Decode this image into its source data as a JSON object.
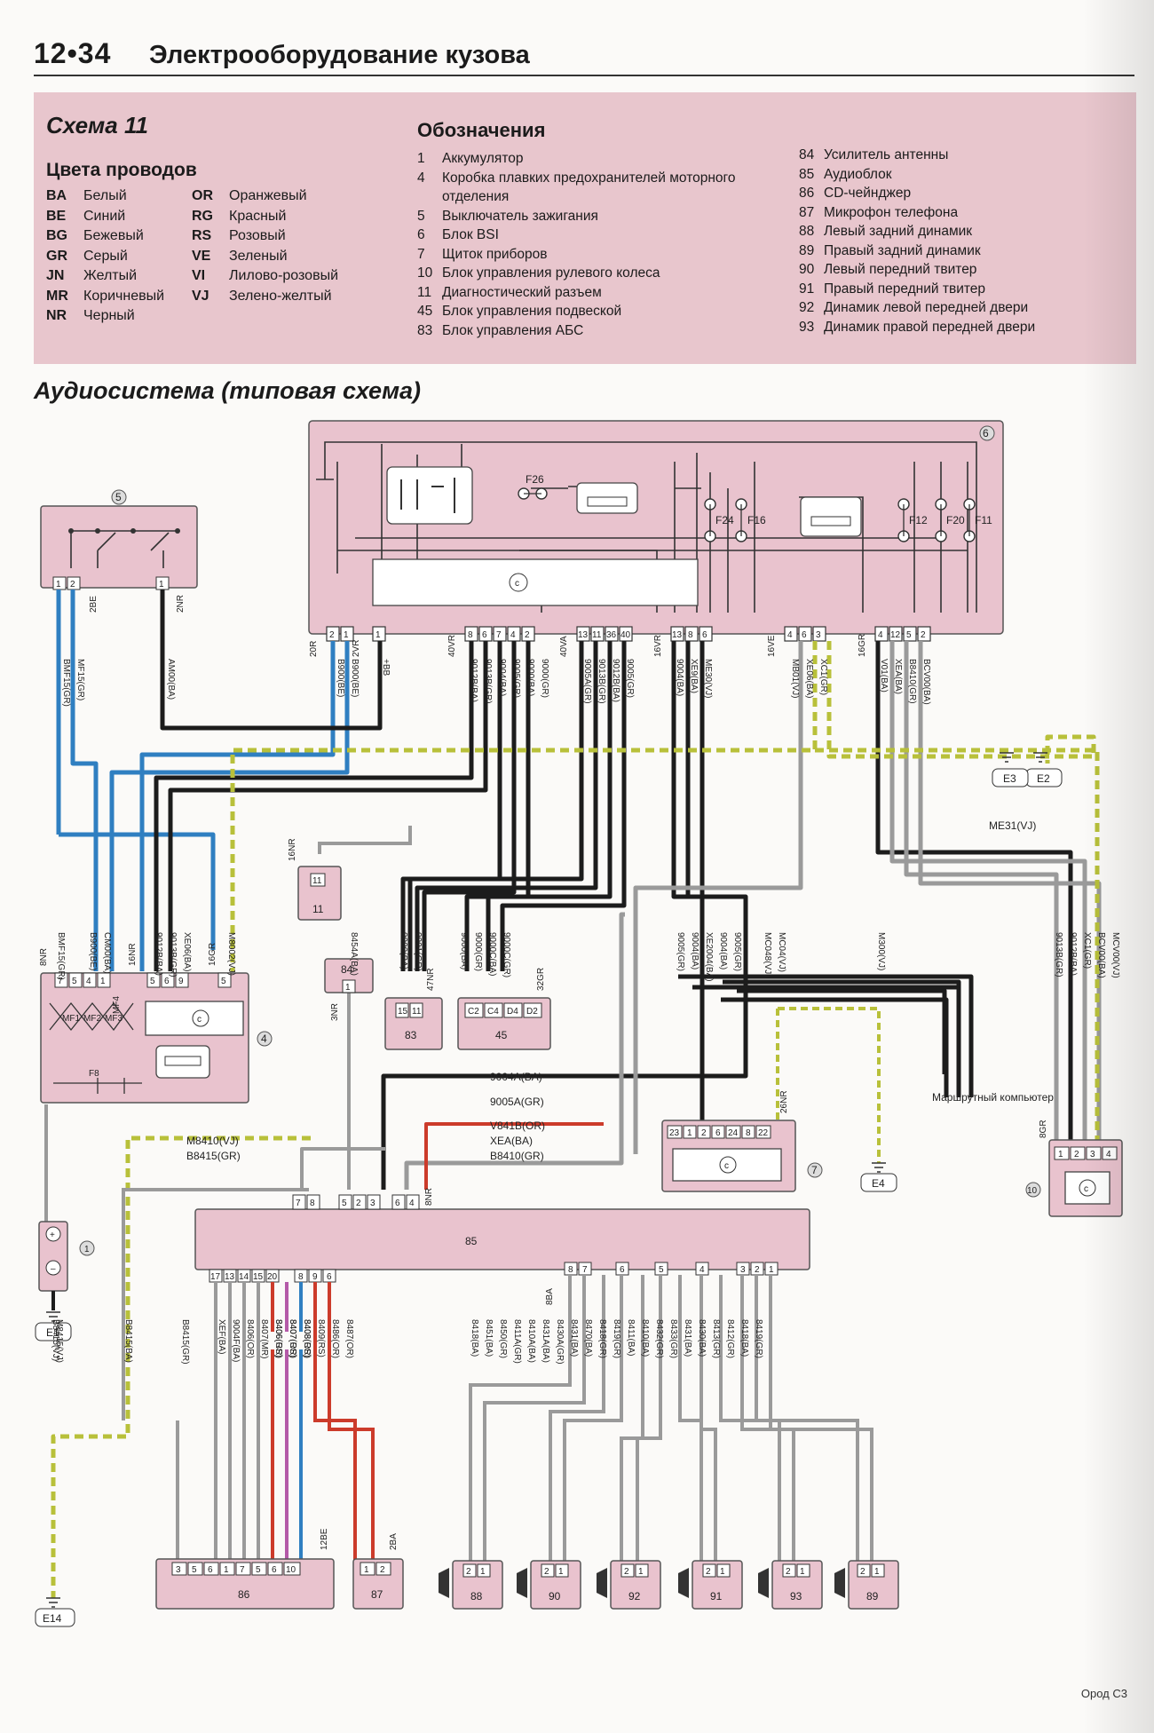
{
  "header": {
    "page_number": "12•34",
    "section_title": "Электрооборудование кузова"
  },
  "legend": {
    "scheme_title": "Схема 11",
    "wire_colors_title": "Цвета проводов",
    "wire_colors_left": [
      {
        "code": "BA",
        "name": "Белый"
      },
      {
        "code": "BE",
        "name": "Синий"
      },
      {
        "code": "BG",
        "name": "Бежевый"
      },
      {
        "code": "GR",
        "name": "Серый"
      },
      {
        "code": "JN",
        "name": "Желтый"
      },
      {
        "code": "MR",
        "name": "Коричневый"
      },
      {
        "code": "NR",
        "name": "Черный"
      }
    ],
    "wire_colors_right": [
      {
        "code": "OR",
        "name": "Оранжевый"
      },
      {
        "code": "RG",
        "name": "Красный"
      },
      {
        "code": "RS",
        "name": "Розовый"
      },
      {
        "code": "VE",
        "name": "Зеленый"
      },
      {
        "code": "VI",
        "name": "Лилово-розовый"
      },
      {
        "code": "VJ",
        "name": "Зелено-желтый"
      }
    ],
    "designations_title": "Обозначения",
    "designations_left": [
      {
        "num": "1",
        "text": "Аккумулятор"
      },
      {
        "num": "4",
        "text": "Коробка плавких предохранителей моторного отделения"
      },
      {
        "num": "5",
        "text": "Выключатель зажигания"
      },
      {
        "num": "6",
        "text": "Блок BSI"
      },
      {
        "num": "7",
        "text": "Щиток приборов"
      },
      {
        "num": "10",
        "text": "Блок управления рулевого колеса"
      },
      {
        "num": "11",
        "text": "Диагностический разъем"
      },
      {
        "num": "45",
        "text": "Блок управления подвеской"
      },
      {
        "num": "83",
        "text": "Блок управления АБС"
      }
    ],
    "designations_right": [
      {
        "num": "84",
        "text": "Усилитель антенны"
      },
      {
        "num": "85",
        "text": "Аудиоблок"
      },
      {
        "num": "86",
        "text": "CD-чейнджер"
      },
      {
        "num": "87",
        "text": "Микрофон телефона"
      },
      {
        "num": "88",
        "text": "Левый задний динамик"
      },
      {
        "num": "89",
        "text": "Правый задний динамик"
      },
      {
        "num": "90",
        "text": "Левый передний твитер"
      },
      {
        "num": "91",
        "text": "Правый передний твитер"
      },
      {
        "num": "92",
        "text": "Динамик левой передней двери"
      },
      {
        "num": "93",
        "text": "Динамик правой передней двери"
      }
    ]
  },
  "diagram": {
    "title": "Аудиосистема (типовая схема)",
    "colors": {
      "black": "#1c1c1c",
      "blue": "#2f7fc1",
      "grey": "#9a9a9a",
      "red": "#cc3b2b",
      "yellow_green": "#b8c03a",
      "violet": "#b45aa8",
      "pink_box": "#e9c3ce"
    },
    "components": {
      "bsi": "6",
      "ignition": "5",
      "fusebox": "4",
      "diag": "11",
      "abs": "83",
      "suspension": "45",
      "antenna": "84",
      "audio": "85",
      "instrument": "7",
      "steering": "10",
      "battery": "1",
      "cd": "86",
      "mic": "87",
      "sp88": "88",
      "sp90": "90",
      "sp92": "92",
      "sp91": "91",
      "sp93": "93",
      "sp89": "89"
    },
    "fuses": [
      "F26",
      "F24",
      "F16",
      "F12",
      "F20",
      "F11",
      "F8"
    ],
    "fusebox_labels": [
      "MF4",
      "MF1",
      "MF2",
      "MF3"
    ],
    "grounds": [
      "E1",
      "E2",
      "E3",
      "E4",
      "E14"
    ],
    "bsi_pins_a": [
      "2",
      "1",
      "1"
    ],
    "bsi_pins_b": [
      "8",
      "6",
      "7",
      "4",
      "2"
    ],
    "bsi_pins_c": [
      "13",
      "11",
      "36",
      "40"
    ],
    "bsi_pins_d": [
      "13",
      "8",
      "6"
    ],
    "bsi_pins_e": [
      "4",
      "6",
      "3"
    ],
    "bsi_pins_f": [
      "4",
      "12",
      "5",
      "2"
    ],
    "bsi_conn": [
      "20R",
      "2VR",
      "40VR",
      "40VA",
      "16VR",
      "16VE",
      "16GR"
    ],
    "ign_pins": [
      "1",
      "2",
      "1"
    ],
    "ign_conn": [
      "2BE",
      "2NR"
    ],
    "fuse_pins": [
      "7",
      "5",
      "4",
      "1",
      "5",
      "6",
      "9",
      "5"
    ],
    "fuse_conn": [
      "8NR",
      "16NR",
      "16GR"
    ],
    "diag_pin": "11",
    "diag_conn": "16NR",
    "abs_pins": [
      "15",
      "11"
    ],
    "abs_conn": "47NR",
    "susp_pins": [
      "C2",
      "C4",
      "D4",
      "D2"
    ],
    "susp_conn": "32GR",
    "antenna_pin": "1",
    "antenna_conn": "3NR",
    "audio_pins_top": [
      "7",
      "8",
      "5",
      "2",
      "3",
      "6",
      "4"
    ],
    "audio_conn_top": "8NR",
    "audio_pins_bot_l": [
      "17",
      "13",
      "14",
      "15",
      "20",
      "8",
      "9",
      "6"
    ],
    "audio_pins_bot_r": [
      "8",
      "7",
      "6",
      "5",
      "4",
      "3",
      "2",
      "1"
    ],
    "audio_conn_bot": "8BA",
    "instr_pins": [
      "23",
      "1",
      "2",
      "6",
      "24",
      "8",
      "22"
    ],
    "instr_conn": "26NR",
    "steer_pins": [
      "1",
      "2",
      "3",
      "4"
    ],
    "steer_conn": "8GR",
    "cd_pins": [
      "3",
      "5",
      "6",
      "1",
      "7",
      "5",
      "6",
      "10"
    ],
    "cd_conn": "12BE",
    "mic_pins": [
      "1",
      "2"
    ],
    "mic_conn": "2BA",
    "speaker_pins": [
      "2",
      "1"
    ],
    "wire_labels_horizontal": [
      "9004A(BA)",
      "9005A(GR)",
      "V841B(OR)",
      "XEA(BA)",
      "B8410(GR)",
      "M8410(VJ)",
      "B8415(GR)",
      "ME31(VJ)"
    ],
    "wire_labels_top": [
      "BMF15(GR)",
      "MF15(GR)",
      "AM00(BA)",
      "+BB",
      "B900(BE)",
      "B900(BE)",
      "9012B(BA)",
      "9013B(GR)",
      "9004(BA)",
      "9005(GR)",
      "9000(BA)",
      "9000(GR)",
      "9005A(GR)",
      "9013B(GR)",
      "9012B(BA)",
      "9005(GR)",
      "9004(BA)",
      "XE9(BA)",
      "ME30(VJ)",
      "MB01(VJ)",
      "XE06(BA)",
      "XC1(GR)",
      "V01(BA)",
      "XEA(BA)",
      "B8410(GR)",
      "BCV00(BA)"
    ],
    "wire_labels_mid": [
      "BMF15(GR)",
      "B900(BE)",
      "CM00(BA)",
      "9012B(BA)",
      "9013B(GR)",
      "XE06(BA)",
      "M8002(VJ)",
      "9000(BA)",
      "9001(GR)",
      "9000(BA)",
      "9000(GR)",
      "9000C(BA)",
      "9000C(GR)",
      "8454A(BA)",
      "9005(GR)",
      "9004(BA)",
      "XE2004(BA)",
      "9004(BA)",
      "9005(GR)",
      "MC048(VJ)",
      "MC04(VJ)",
      "M300(VJ)",
      "9013B(GR)",
      "9012B(BA)",
      "XC1(GR)",
      "BCV00(BA)",
      "MCV00(VJ)"
    ],
    "wire_labels_bottom": [
      "M8415(VJ)",
      "B8415(BA)",
      "B8415(GR)",
      "XEF(BA)",
      "9004F(BA)",
      "8406(OR)",
      "8407(MR)",
      "8406(GR)",
      "8407(OR)",
      "8408(OR)",
      "8418(BA)",
      "8451(BA)",
      "8450(GR)",
      "8411A(GR)",
      "8410A(BA)",
      "8431A(BA)",
      "8430A(GR)",
      "8431(BA)",
      "8470(BA)",
      "8418(GR)",
      "8419(GR)",
      "8411(BA)",
      "8410(BA)",
      "8432(GR)",
      "8433(GR)",
      "8431(BA)",
      "8430(BA)",
      "8413(GR)",
      "8412(GR)",
      "8418(BA)",
      "8419(GR)",
      "B8415(VJ)",
      "8406(RS)",
      "8407(RS)",
      "8408(RS)",
      "8409(RS)",
      "8486(OR)",
      "8487(OR)"
    ],
    "route_note": "Маршрутный компьютер"
  },
  "footer": {
    "code": "Ород C3"
  }
}
